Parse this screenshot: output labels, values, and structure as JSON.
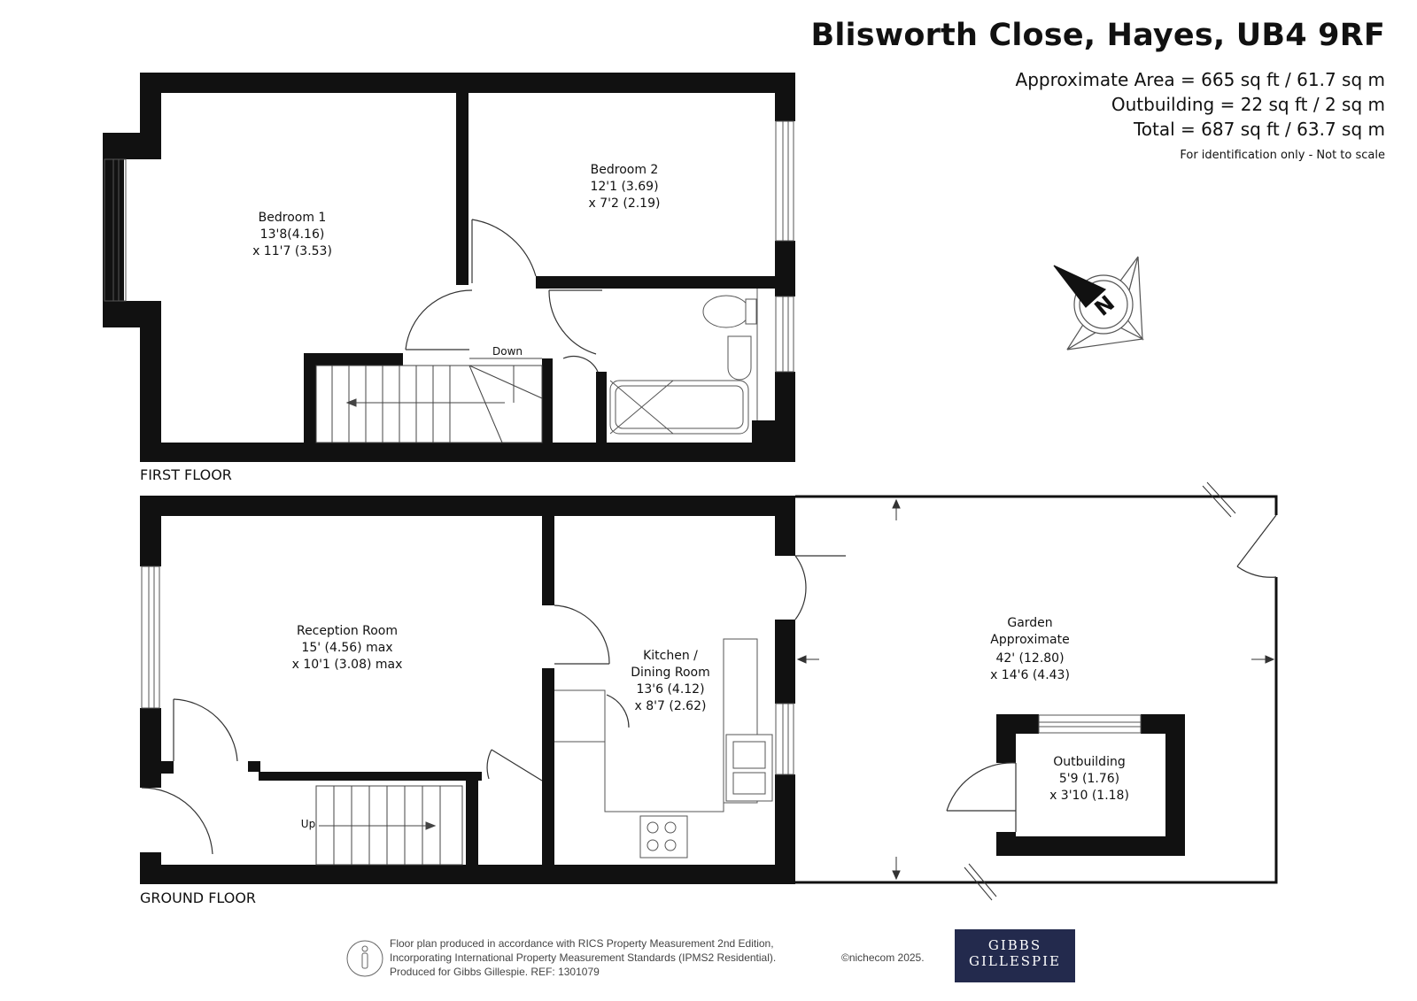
{
  "header": {
    "title": "Blisworth Close, Hayes, UB4 9RF",
    "area": "Approximate Area = 665 sq ft / 61.7 sq m",
    "outbuilding": "Outbuilding = 22 sq ft / 2 sq m",
    "total": "Total = 687 sq ft / 63.7 sq m",
    "note": "For identification only - Not to scale"
  },
  "compass": {
    "label": "N"
  },
  "first_floor": {
    "label": "FIRST FLOOR",
    "stairs_label": "Down",
    "rooms": {
      "bedroom1": [
        "Bedroom 1",
        "13'8(4.16)",
        "x 11'7 (3.53)"
      ],
      "bedroom2": [
        "Bedroom 2",
        "12'1 (3.69)",
        "x 7'2 (2.19)"
      ]
    }
  },
  "ground_floor": {
    "label": "GROUND FLOOR",
    "stairs_label": "Up",
    "rooms": {
      "reception": [
        "Reception Room",
        "15' (4.56) max",
        "x 10'1 (3.08) max"
      ],
      "kitchen": [
        "Kitchen /",
        "Dining Room",
        "13'6 (4.12)",
        "x 8'7 (2.62)"
      ],
      "garden": [
        "Garden",
        "Approximate",
        "42' (12.80)",
        "x 14'6 (4.43)"
      ],
      "outbuilding": [
        "Outbuilding",
        "5'9 (1.76)",
        "x 3'10 (1.18)"
      ]
    }
  },
  "footer": {
    "line1": "Floor plan produced in accordance with RICS Property Measurement 2nd Edition,",
    "line2": "Incorporating International Property Measurement Standards (IPMS2 Residential).",
    "line3": "Produced for Gibbs Gillespie.   REF:  1301079",
    "copyright": "©nichecom 2025."
  },
  "logo": {
    "line1": "GIBBS",
    "line2": "GILLESPIE"
  },
  "colors": {
    "wall": "#111111",
    "logo_bg": "#232a4d",
    "line": "#333333"
  }
}
